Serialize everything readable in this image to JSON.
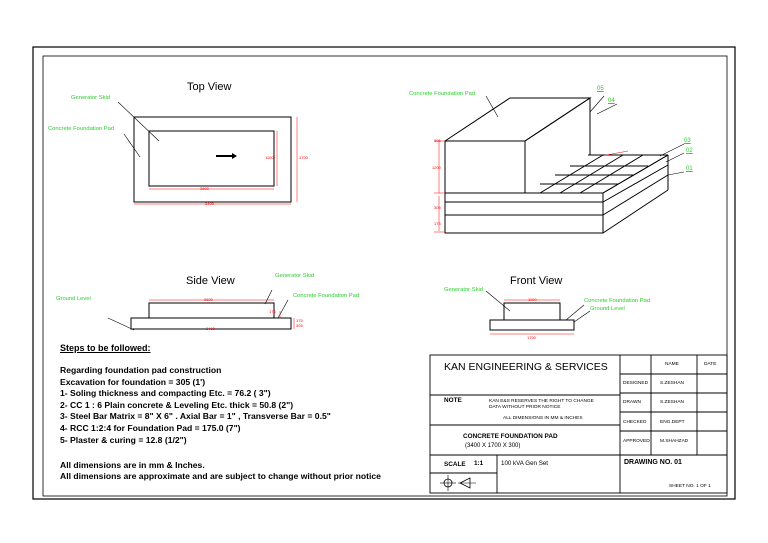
{
  "views": {
    "top": "Top View",
    "side": "Side View",
    "front": "Front View"
  },
  "labels": {
    "generator_skid": "Generator Skid",
    "concrete_pad": "Concrete Foundation Pad",
    "ground_level": "Ground Level",
    "pad_top_iso": "Concrete Foundation Pad",
    "front_ground": "Ground Level"
  },
  "iso_callouts": [
    "05",
    "04",
    "03",
    "02",
    "01"
  ],
  "dims": {
    "top_width": "3400",
    "top_inner_width": "2600",
    "top_skid_height": "1100",
    "top_height": "1700",
    "side_top": "2600",
    "side_pad": "3400",
    "side_small_a": "175",
    "side_small_b": "305",
    "front_top": "1100",
    "front_bottom": "1700",
    "iso_a": "305",
    "iso_b": "1200",
    "iso_c": "305",
    "iso_d": "175",
    "side_mid": "175"
  },
  "steps": {
    "heading": "Steps to be followed:",
    "lines": [
      "Regarding foundation pad construction",
      "Excavation for foundation = 305 (1')",
      "1- Soling thickness and compacting Etc. = 76.2 ( 3\")",
      "2- CC 1 : 6 Plain concrete & Leveling Etc. thick = 50.8 (2\")",
      "3- Steel Bar Matrix = 8\" X 6\" . Axial Bar = 1\" , Transverse Bar = 0.5\"",
      "4- RCC 1:2:4 for Foundation Pad = 175.0 (7\")",
      "5- Plaster & curing = 12.8 (1/2\")"
    ],
    "footer": [
      "All dimensions are in mm & Inches.",
      "All dimensions are approximate and are subject to change without prior notice"
    ]
  },
  "titleblock": {
    "company": "KAN ENGINEERING & SERVICES",
    "name_header": "NAME",
    "date_header": "DATE",
    "rows": [
      {
        "role": "DESIGNED",
        "name": "S.ZESHAN"
      },
      {
        "role": "DRAWN",
        "name": "S.ZESHAN"
      },
      {
        "role": "CHECKED",
        "name": "ENG.DEPT"
      },
      {
        "role": "APPROVED",
        "name": "M.SHAHZAD"
      }
    ],
    "note_label": "NOTE",
    "note_line1": "KAN E&S RESERVES THE RIGHT TO CHANGE",
    "note_line2": "DATA WITHOUT PRIOR NOTICE",
    "note_line3": "ALL DIMENSIONS IN MM & INCHES",
    "drawing_title": "CONCRETE FOUNDATION PAD",
    "drawing_subtitle": "(3400 X 1700 X 300)",
    "scale_label": "SCALE",
    "scale_value": "1:1",
    "project": "100 kVA Gen Set",
    "drawing_no": "DRAWING NO. 01",
    "sheet": "SHEET NO. 1 OF 1"
  }
}
